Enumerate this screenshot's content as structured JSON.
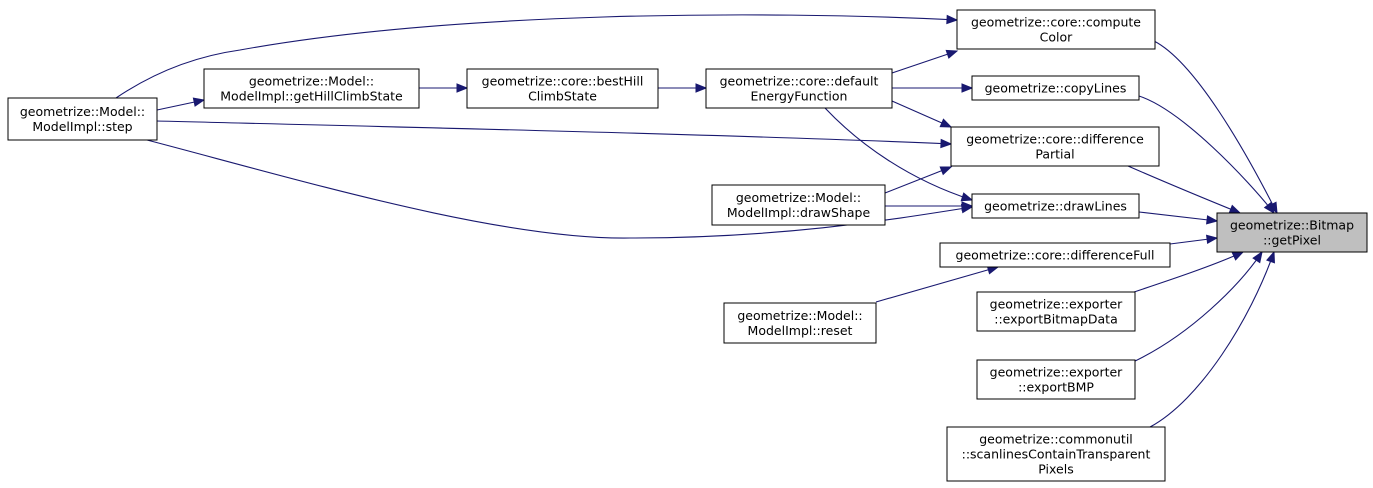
{
  "nodes": [
    {
      "id": "getPixel",
      "lines": [
        "geometrize::Bitmap",
        "::getPixel"
      ],
      "highlight": true
    },
    {
      "id": "computeColor",
      "lines": [
        "geometrize::core::compute",
        "Color"
      ]
    },
    {
      "id": "copyLines",
      "lines": [
        "geometrize::copyLines"
      ]
    },
    {
      "id": "differencePartial",
      "lines": [
        "geometrize::core::difference",
        "Partial"
      ]
    },
    {
      "id": "drawLines",
      "lines": [
        "geometrize::drawLines"
      ]
    },
    {
      "id": "differenceFull",
      "lines": [
        "geometrize::core::differenceFull"
      ]
    },
    {
      "id": "exportBitmapData",
      "lines": [
        "geometrize::exporter",
        "::exportBitmapData"
      ]
    },
    {
      "id": "exportBMP",
      "lines": [
        "geometrize::exporter",
        "::exportBMP"
      ]
    },
    {
      "id": "scanlines",
      "lines": [
        "geometrize::commonutil",
        "::scanlinesContainTransparent",
        "Pixels"
      ]
    },
    {
      "id": "defaultEnergy",
      "lines": [
        "geometrize::core::default",
        "EnergyFunction"
      ]
    },
    {
      "id": "bestHill",
      "lines": [
        "geometrize::core::bestHill",
        "ClimbState"
      ]
    },
    {
      "id": "getHillClimbState",
      "lines": [
        "geometrize::Model::",
        "ModelImpl::getHillClimbState"
      ]
    },
    {
      "id": "step",
      "lines": [
        "geometrize::Model::",
        "ModelImpl::step"
      ]
    },
    {
      "id": "drawShape",
      "lines": [
        "geometrize::Model::",
        "ModelImpl::drawShape"
      ]
    },
    {
      "id": "reset",
      "lines": [
        "geometrize::Model::",
        "ModelImpl::reset"
      ]
    }
  ],
  "edges": [
    {
      "from": "computeColor",
      "to": "getPixel"
    },
    {
      "from": "copyLines",
      "to": "getPixel"
    },
    {
      "from": "differencePartial",
      "to": "getPixel"
    },
    {
      "from": "drawLines",
      "to": "getPixel"
    },
    {
      "from": "differenceFull",
      "to": "getPixel"
    },
    {
      "from": "exportBitmapData",
      "to": "getPixel"
    },
    {
      "from": "exportBMP",
      "to": "getPixel"
    },
    {
      "from": "scanlines",
      "to": "getPixel"
    },
    {
      "from": "defaultEnergy",
      "to": "computeColor"
    },
    {
      "from": "defaultEnergy",
      "to": "copyLines"
    },
    {
      "from": "defaultEnergy",
      "to": "differencePartial"
    },
    {
      "from": "defaultEnergy",
      "to": "drawLines"
    },
    {
      "from": "bestHill",
      "to": "defaultEnergy"
    },
    {
      "from": "getHillClimbState",
      "to": "bestHill"
    },
    {
      "from": "step",
      "to": "getHillClimbState"
    },
    {
      "from": "step",
      "to": "computeColor"
    },
    {
      "from": "step",
      "to": "differencePartial"
    },
    {
      "from": "step",
      "to": "drawLines"
    },
    {
      "from": "drawShape",
      "to": "differencePartial"
    },
    {
      "from": "drawShape",
      "to": "drawLines"
    },
    {
      "from": "reset",
      "to": "differenceFull"
    }
  ],
  "colors": {
    "edge": "#191970",
    "highlight_fill": "#bfbfbf",
    "node_fill": "#ffffff",
    "node_stroke": "#000000"
  }
}
